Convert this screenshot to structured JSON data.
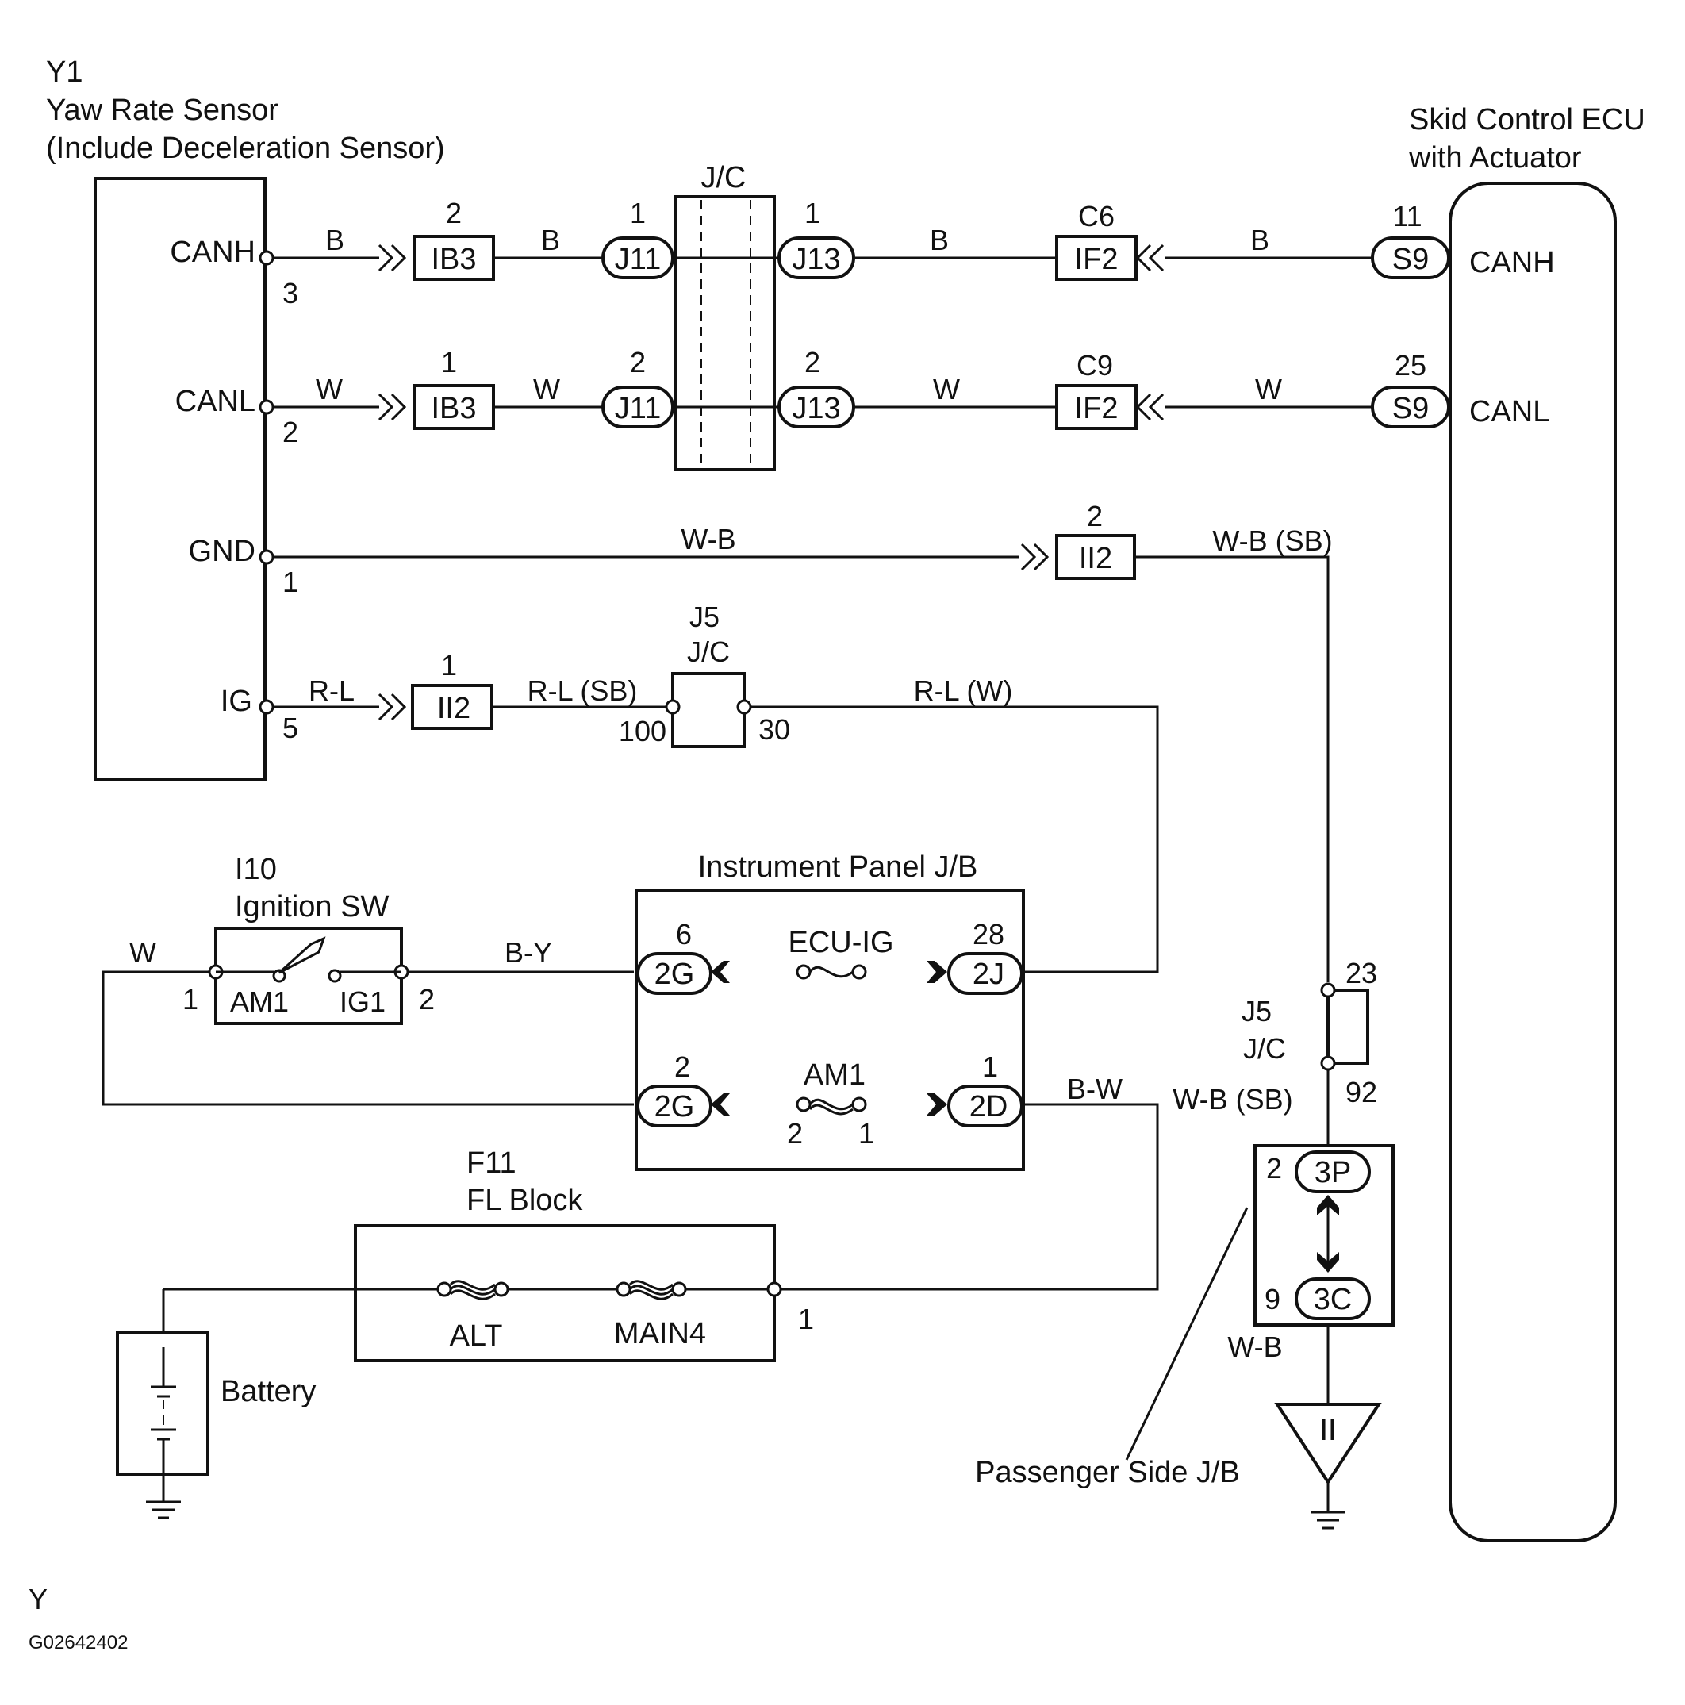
{
  "yaw_sensor": {
    "code": "Y1",
    "name": "Yaw Rate Sensor",
    "note": "(Include Deceleration Sensor)"
  },
  "yaw_pins": {
    "canh": "CANH",
    "canl": "CANL",
    "gnd": "GND",
    "ig": "IG",
    "canh_no": "3",
    "canl_no": "2",
    "gnd_no": "1",
    "ig_no": "5"
  },
  "ecu": {
    "line1": "Skid Control ECU",
    "line2": "with Actuator",
    "canh": "CANH",
    "canl": "CANL"
  },
  "canh_line": {
    "wire1": "B",
    "c1_pin": "2",
    "c1": "IB3",
    "wire2": "B",
    "c2_pin": "1",
    "c2": "J11",
    "jc": "J/C",
    "c3_pin": "1",
    "c3": "J13",
    "wire3": "B",
    "c4_code": "C6",
    "c4": "IF2",
    "wire4": "B",
    "c5_pin": "11",
    "c5": "S9"
  },
  "canl_line": {
    "wire1": "W",
    "c1_pin": "1",
    "c1": "IB3",
    "wire2": "W",
    "c2_pin": "2",
    "c2": "J11",
    "c3_pin": "2",
    "c3": "J13",
    "wire3": "W",
    "c4_code": "C9",
    "c4": "IF2",
    "wire4": "W",
    "c5_pin": "25",
    "c5": "S9"
  },
  "gnd_line": {
    "wire1": "W-B",
    "c1_pin": "2",
    "c1": "II2",
    "wire2": "W-B (SB)"
  },
  "ig_line": {
    "wire1": "R-L",
    "c1_pin": "1",
    "c1": "II2",
    "wire2": "R-L (SB)",
    "j5_code": "J5",
    "j5_name": "J/C",
    "j5_in": "100",
    "j5_out": "30",
    "wire3": "R-L (W)"
  },
  "ignition": {
    "code": "I10",
    "name": "Ignition SW",
    "am1": "AM1",
    "ig1": "IG1",
    "pin_in": "1",
    "pin_out": "2",
    "wire_in": "W",
    "wire_out": "B-Y"
  },
  "ip_jb": {
    "title": "Instrument Panel J/B",
    "fuse1": "ECU-IG",
    "c1_pin": "6",
    "c1": "2G",
    "c2_pin": "28",
    "c2": "2J",
    "fuse2": "AM1",
    "c3_pin": "2",
    "c3": "2G",
    "c4_pin": "1",
    "c4": "2D",
    "fuse2_pin_l": "2",
    "fuse2_pin_r": "1",
    "wire_out": "B-W"
  },
  "j5_right": {
    "code": "J5",
    "name": "J/C",
    "pin_top": "23",
    "pin_bot": "92",
    "wire_below": "W-B (SB)"
  },
  "passenger_jb": {
    "title": "Passenger Side J/B",
    "top_pin": "2",
    "top": "3P",
    "bot_pin": "9",
    "bot": "3C",
    "wire_out": "W-B",
    "ground": "II"
  },
  "fl_block": {
    "code": "F11",
    "name": "FL Block",
    "fuse1": "ALT",
    "fuse2": "MAIN4",
    "pin": "1"
  },
  "battery": {
    "label": "Battery"
  },
  "footer": {
    "section": "Y",
    "figure_id": "G02642402"
  }
}
